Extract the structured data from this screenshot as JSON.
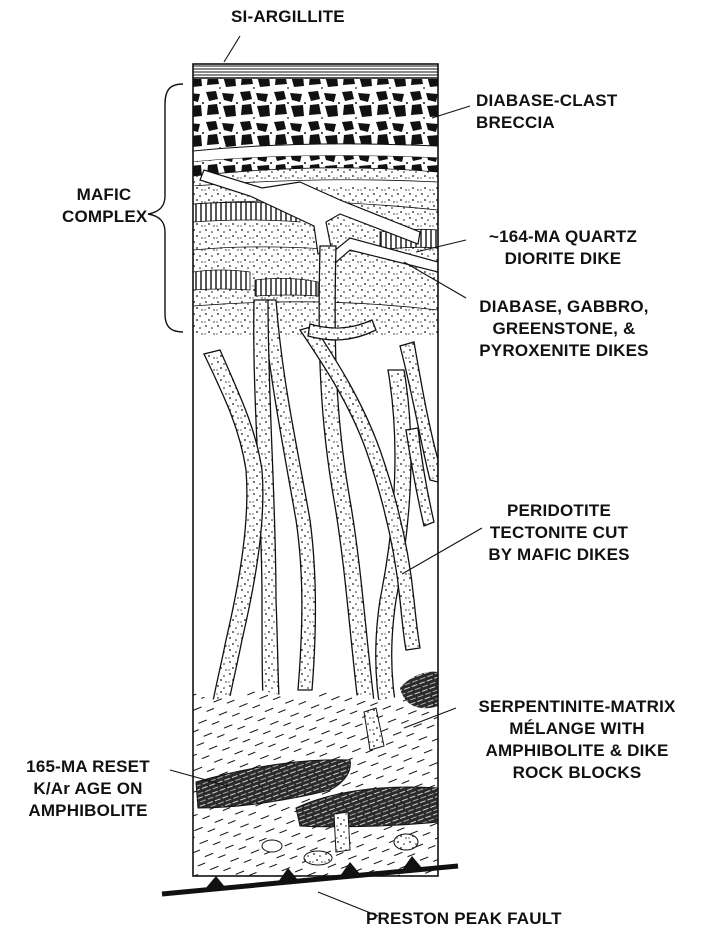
{
  "labels": {
    "si_argillite": "SI-ARGILLITE",
    "diabase_clast_breccia": [
      "DIABASE-CLAST",
      "BRECCIA"
    ],
    "mafic_complex": [
      "MAFIC",
      "COMPLEX"
    ],
    "quartz_diorite_dike": [
      "~164-MA QUARTZ",
      "DIORITE DIKE"
    ],
    "mafic_dikes": [
      "DIABASE, GABBRO,",
      "GREENSTONE, &",
      "PYROXENITE DIKES"
    ],
    "peridotite": [
      "PERIDOTITE",
      "TECTONITE CUT",
      "BY MAFIC DIKES"
    ],
    "melange": [
      "SERPENTINITE-MATRIX",
      "MÉLANGE WITH",
      "AMPHIBOLITE & DIKE",
      "ROCK BLOCKS"
    ],
    "reset_age": [
      "165-MA RESET",
      "K/Ar AGE ON",
      "AMPHIBOLITE"
    ],
    "fault": "PRESTON PEAK FAULT"
  },
  "colors": {
    "ink": "#111111",
    "paper": "#ffffff"
  }
}
